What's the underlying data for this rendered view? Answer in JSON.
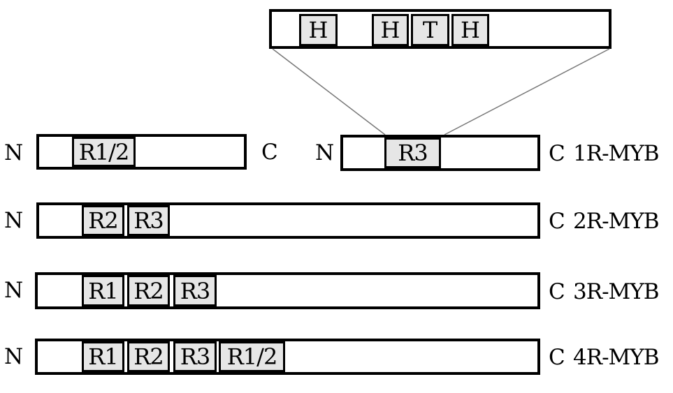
{
  "labels": {
    "n_terminus": "N",
    "c_terminus": "C"
  },
  "zoom_bar": {
    "segments": [
      "H",
      "H",
      "T",
      "H"
    ]
  },
  "row1": {
    "left_bar": {
      "domains": [
        "R1/2"
      ]
    },
    "right_bar": {
      "domains": [
        "R3"
      ]
    },
    "type": "1R-MYB"
  },
  "row2": {
    "domains": [
      "R2",
      "R3"
    ],
    "type": "2R-MYB"
  },
  "row3": {
    "domains": [
      "R1",
      "R2",
      "R3"
    ],
    "type": "3R-MYB"
  },
  "row4": {
    "domains": [
      "R1",
      "R2",
      "R3",
      "R1/2"
    ],
    "type": "4R-MYB"
  },
  "colors": {
    "background": "#ffffff",
    "bar_fill": "#ffffff",
    "domain_fill": "#e6e6e6",
    "border": "#000000",
    "connector_line": "#777777"
  }
}
